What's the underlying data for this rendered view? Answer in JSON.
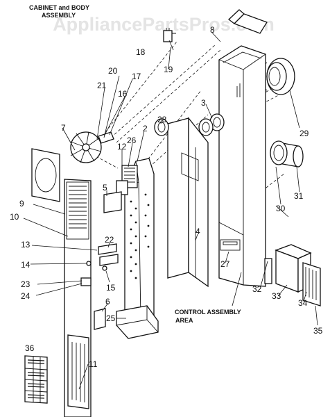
{
  "watermark": "AppliancePartsPros.com",
  "title": {
    "line1": "CABINET and BODY",
    "line2": "ASSEMBLY"
  },
  "area_label": {
    "line1": "CONTROL ASSEMBLY",
    "line2": "AREA"
  },
  "callouts": {
    "c2": "2",
    "c3": "3",
    "c4": "4",
    "c5": "5",
    "c6": "6",
    "c7": "7",
    "c8": "8",
    "c9": "9",
    "c10": "10",
    "c11": "11",
    "c12": "12",
    "c13": "13",
    "c14": "14",
    "c15": "15",
    "c16": "16",
    "c17": "17",
    "c18": "18",
    "c19": "19",
    "c20": "20",
    "c21": "21",
    "c22": "22",
    "c23": "23",
    "c24": "24",
    "c25": "25",
    "c26": "26",
    "c27": "27",
    "c28": "28",
    "c29": "29",
    "c30": "30",
    "c31": "31",
    "c32": "32",
    "c33": "33",
    "c34": "34",
    "c35": "35",
    "c36": "36"
  }
}
